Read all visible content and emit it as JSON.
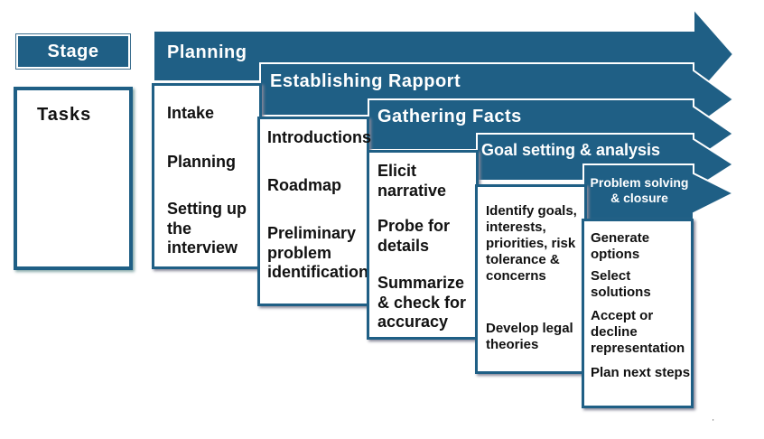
{
  "stage_label": "Stage",
  "tasks_label": "Tasks",
  "colors": {
    "band": "#1f5f85",
    "band_dark": "#174c6c",
    "text": "#111111",
    "background": "#ffffff"
  },
  "stages": [
    {
      "title": "Planning",
      "tasks": [
        "Intake",
        "Planning",
        "Setting up the interview"
      ]
    },
    {
      "title": "Establishing Rapport",
      "tasks": [
        "Introductions",
        "Roadmap",
        "Preliminary problem identification"
      ]
    },
    {
      "title": "Gathering Facts",
      "tasks": [
        "Elicit narrative",
        "Probe for details",
        "Summarize & check for accuracy"
      ]
    },
    {
      "title": "Goal setting & analysis",
      "tasks": [
        "Identify goals, interests, priorities, risk tolerance & concerns",
        "Develop legal theories"
      ]
    },
    {
      "title": "Problem solving & closure",
      "tasks": [
        "Generate options",
        "Select solutions",
        "Accept or decline representation",
        "Plan next steps"
      ]
    }
  ],
  "footnote_mark": "'"
}
